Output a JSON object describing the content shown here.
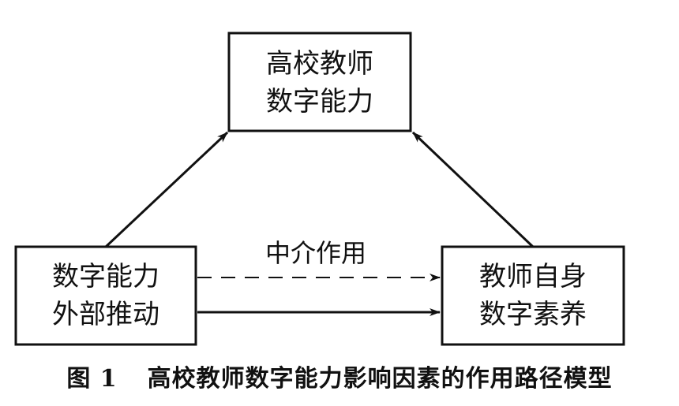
{
  "nodes": {
    "top": {
      "lines": [
        "高校教师",
        "数字能力"
      ]
    },
    "left": {
      "lines": [
        "数字能力",
        "外部推动"
      ]
    },
    "right": {
      "lines": [
        "教师自身",
        "数字素养"
      ]
    }
  },
  "edges": {
    "mediation_label": "中介作用"
  },
  "caption": {
    "figure_number": "图 1",
    "text": "高校教师数字能力影响因素的作用路径模型"
  }
}
